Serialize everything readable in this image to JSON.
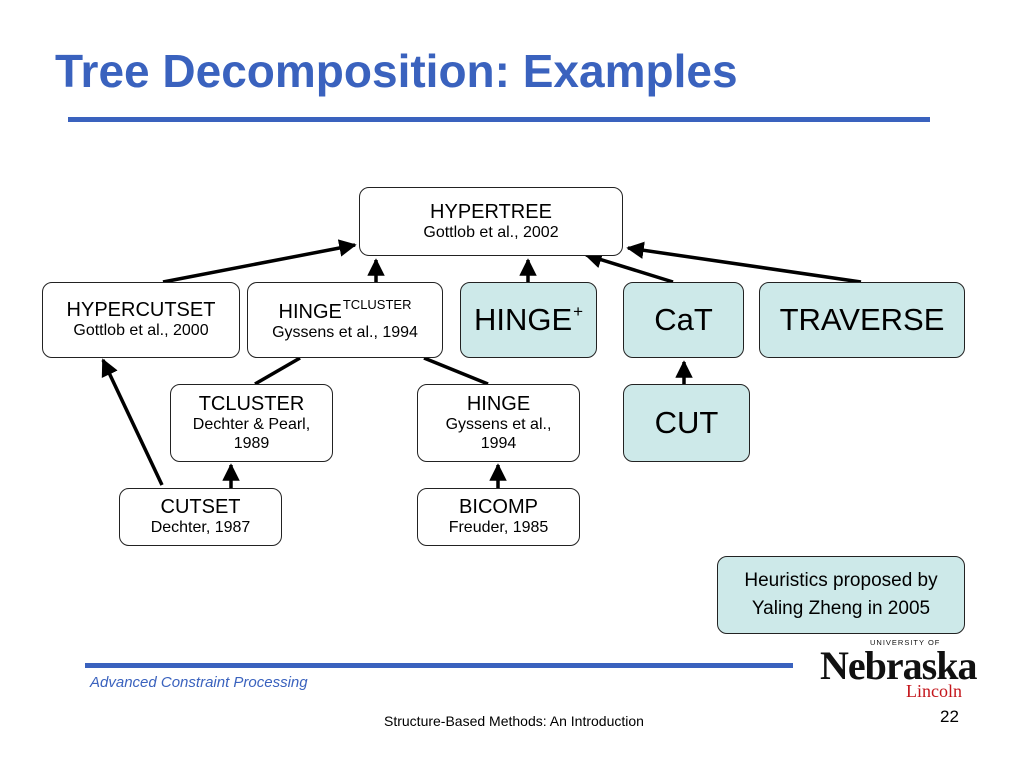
{
  "slide": {
    "title": "Tree Decomposition: Examples",
    "course": "Advanced Constraint Processing",
    "subtitle": "Structure-Based Methods: An Introduction",
    "page_number": "22"
  },
  "nodes": {
    "hypertree": {
      "name": "HYPERTREE",
      "cite": "Gottlob et al., 2002"
    },
    "hypercutset": {
      "name": "HYPERCUTSET",
      "cite": "Gottlob et al., 2000"
    },
    "hinge_tcluster": {
      "name": "HINGE",
      "sup": "TCLUSTER",
      "cite": "Gyssens et al., 1994"
    },
    "hinge_plus": {
      "name": "HINGE",
      "sup": "+"
    },
    "cat": {
      "name": "CaT"
    },
    "traverse": {
      "name": "TRAVERSE"
    },
    "tcluster": {
      "name": "TCLUSTER",
      "cite_line1": "Dechter & Pearl,",
      "cite_line2": "1989"
    },
    "hinge": {
      "name": "HINGE",
      "cite_line1": "Gyssens et al.,",
      "cite_line2": "1994"
    },
    "cut": {
      "name": "CUT"
    },
    "cutset": {
      "name": "CUTSET",
      "cite": "Dechter, 1987"
    },
    "bicomp": {
      "name": "BICOMP",
      "cite": "Freuder, 1985"
    }
  },
  "note": {
    "line1": "Heuristics proposed by",
    "line2": "Yaling Zheng in 2005"
  },
  "logo": {
    "top": "UNIVERSITY OF",
    "name": "Nebraska",
    "campus": "Lincoln"
  },
  "colors": {
    "accent": "#3a62be",
    "highlight_fill": "#cde9e9",
    "logo_red": "#c4161c"
  }
}
